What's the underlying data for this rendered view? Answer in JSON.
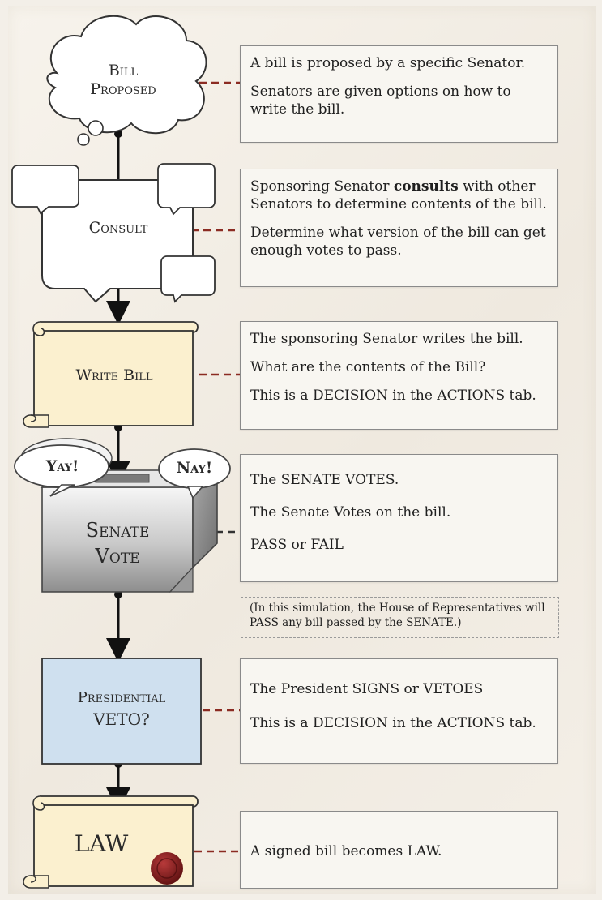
{
  "steps": [
    {
      "label_line1": "Bill",
      "label_line2": "Proposed",
      "paragraphs": [
        "A bill is proposed by a specific Senator.",
        "Senators are given options on how to write the bill."
      ]
    },
    {
      "label_line1": "Consult",
      "p1_before": "Sponsoring Senator ",
      "p1_bold": "consults",
      "p1_after": " with other Senators to determine contents of the bill.",
      "p2": "Determine what version of the bill can get enough votes to pass."
    },
    {
      "label_line1": "Write Bill",
      "paragraphs": [
        "The sponsoring Senator writes the bill.",
        "What are the contents of the Bill?",
        "This is a DECISION in the ACTIONS tab."
      ]
    },
    {
      "label_line1": "Senate",
      "label_line2": "Vote",
      "bubble_yay": "Yay!",
      "bubble_nay": "Nay!",
      "paragraphs": [
        "The SENATE VOTES.",
        "The Senate Votes on the bill.",
        "PASS or FAIL"
      ]
    },
    {
      "label_line1": "Presidential",
      "label_line2": "VETO?",
      "paragraphs": [
        "The President SIGNS or VETOES",
        "This is a DECISION in the ACTIONS tab."
      ]
    },
    {
      "label_line1": "LAW",
      "paragraphs": [
        "A signed bill becomes LAW."
      ]
    }
  ],
  "note": "(In this simulation, the House of Representatives will PASS any bill passed by the SENATE.)",
  "colors": {
    "scroll_fill": "#fbf0cf",
    "veto_fill": "#cfe0ef",
    "senate_box_dark": "#8b8b8b",
    "senate_box_light": "#f4f4f4",
    "connector_dash": "#8b2b22",
    "seal": "#7b1a1a"
  }
}
